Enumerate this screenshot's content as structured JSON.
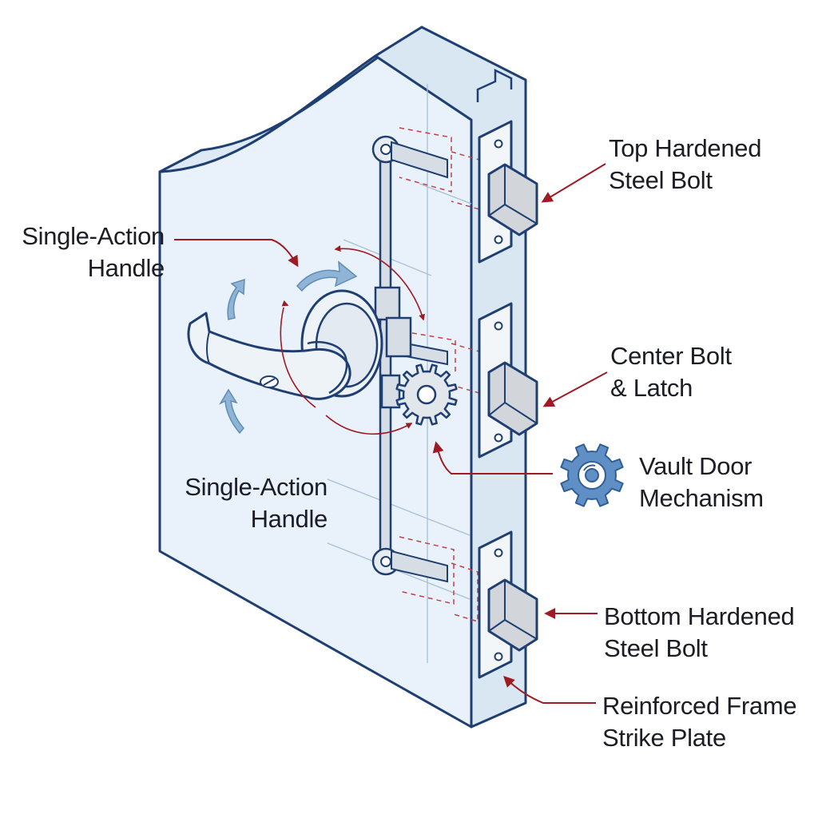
{
  "labels": {
    "top_bolt": {
      "line1": "Top Hardened",
      "line2": "Steel Bolt"
    },
    "handle_upper": {
      "line1": "Single-Action",
      "line2": "Handle"
    },
    "center_bolt": {
      "line1": "Center Bolt",
      "line2": "& Latch"
    },
    "vault_mechanism": {
      "line1": "Vault Door",
      "line2": "Mechanism"
    },
    "handle_lower": {
      "line1": "Single-Action",
      "line2": "Handle"
    },
    "bottom_bolt": {
      "line1": "Bottom Hardened",
      "line2": "Steel Bolt"
    },
    "strike_plate": {
      "line1": "Reinforced Frame",
      "line2": "Strike Plate"
    }
  },
  "icons": {
    "vault_mechanism": "gear-icon"
  },
  "colors": {
    "outline": "#1f3f73",
    "door_fill": "#e9f2fa",
    "door_side": "#d9e7f3",
    "steel": "#d3d8de",
    "leader": "#9e1b24",
    "arrow_blue": "#6e9cc4",
    "text": "#1c1c24"
  }
}
